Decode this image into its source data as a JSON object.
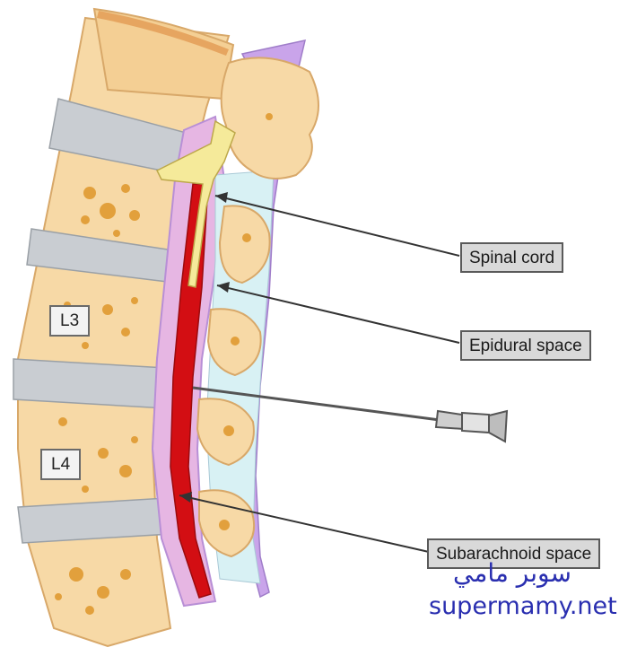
{
  "labels": {
    "spinal_cord": "Spinal cord",
    "epidural_space": "Epidural space",
    "subarachnoid_space": "Subarachnoid space"
  },
  "vertebrae": {
    "l3": "L3",
    "l4": "L4"
  },
  "watermark": {
    "arabic": "سوبر مامي",
    "latin": "supermamy.net"
  },
  "colors": {
    "bone": "#f7d9a6",
    "bone_edge": "#d8a869",
    "bone_spots": "#e2a03c",
    "disc": "#c9cdd2",
    "dura": "#e6b6e3",
    "dura_edge": "#b88fd6",
    "csf": "#d8f1f4",
    "cord": "#d30e13",
    "nerve": "#f5ea9a",
    "watermark": "#2a2fb0"
  },
  "icons": [
    "syringe-needle-icon"
  ]
}
